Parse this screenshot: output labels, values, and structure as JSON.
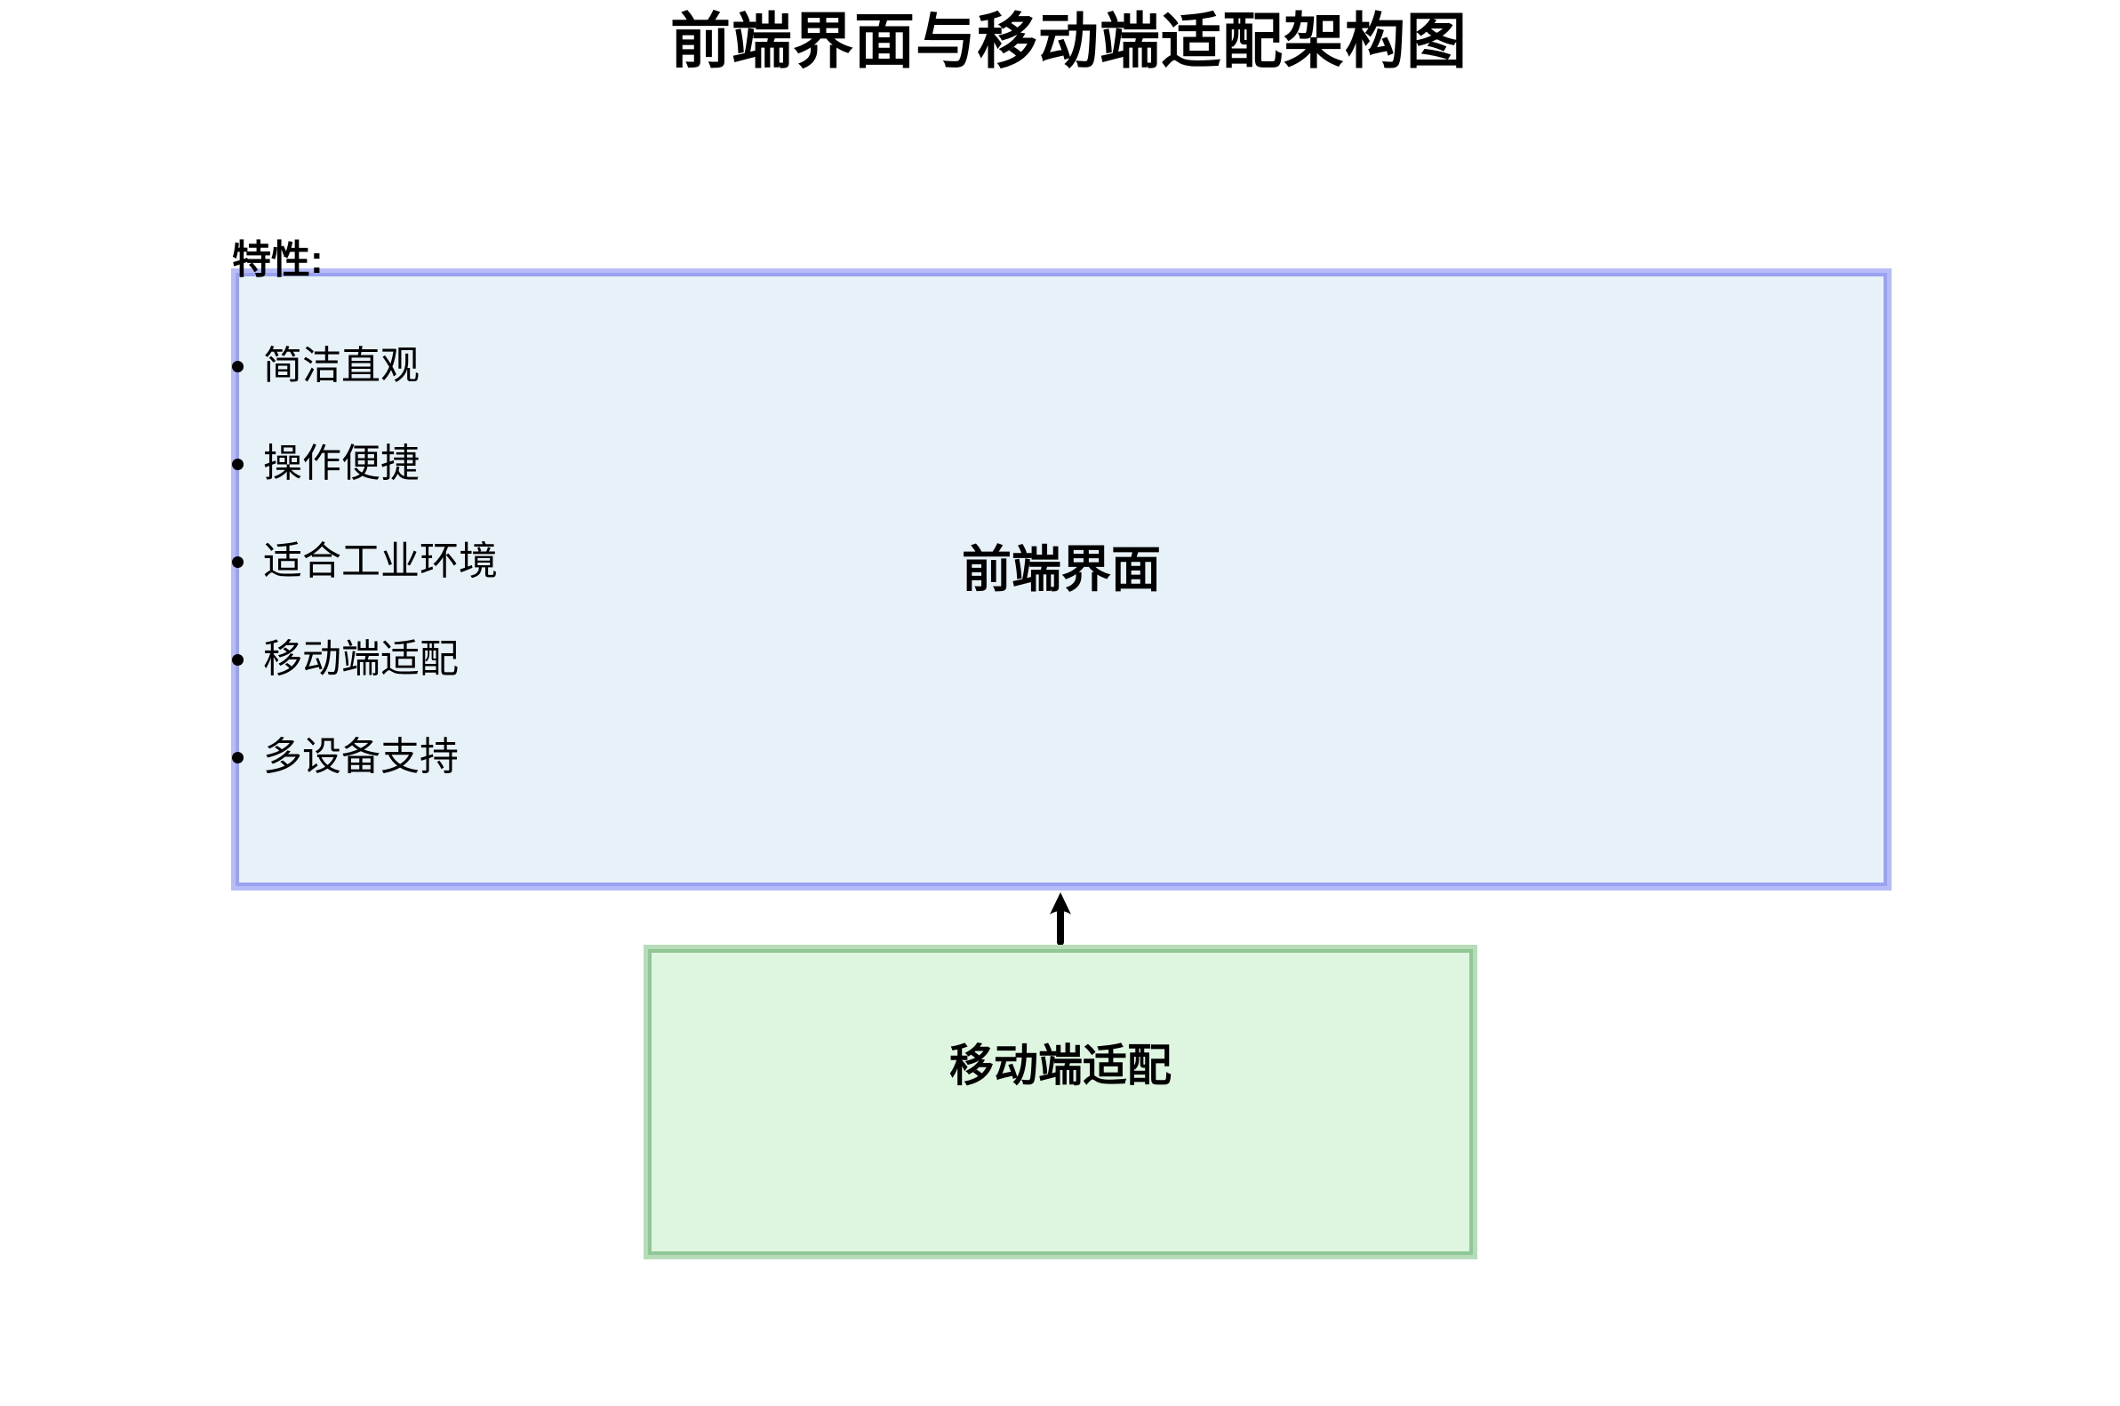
{
  "title": "前端界面与移动端适配架构图",
  "diagram": {
    "frontend_box": {
      "label": "前端界面",
      "features_heading": "特性:",
      "features": [
        "简洁直观",
        "操作便捷",
        "适合工业环境",
        "移动端适配",
        "多设备支持"
      ]
    },
    "mobile_box": {
      "label": "移动端适配"
    },
    "arrow": {
      "from": "移动端适配",
      "to": "前端界面",
      "direction": "up"
    }
  },
  "colors": {
    "background": "#ffffff",
    "text": "#000000",
    "frontend_fill": "#e7f1f8",
    "frontend_border": "#99a2f1",
    "frontend_border_outer": "#b7bcf8",
    "mobile_fill": "#def5e0",
    "mobile_border": "#8fc795",
    "mobile_border_outer": "#b7dcb9",
    "arrow": "#000000"
  }
}
